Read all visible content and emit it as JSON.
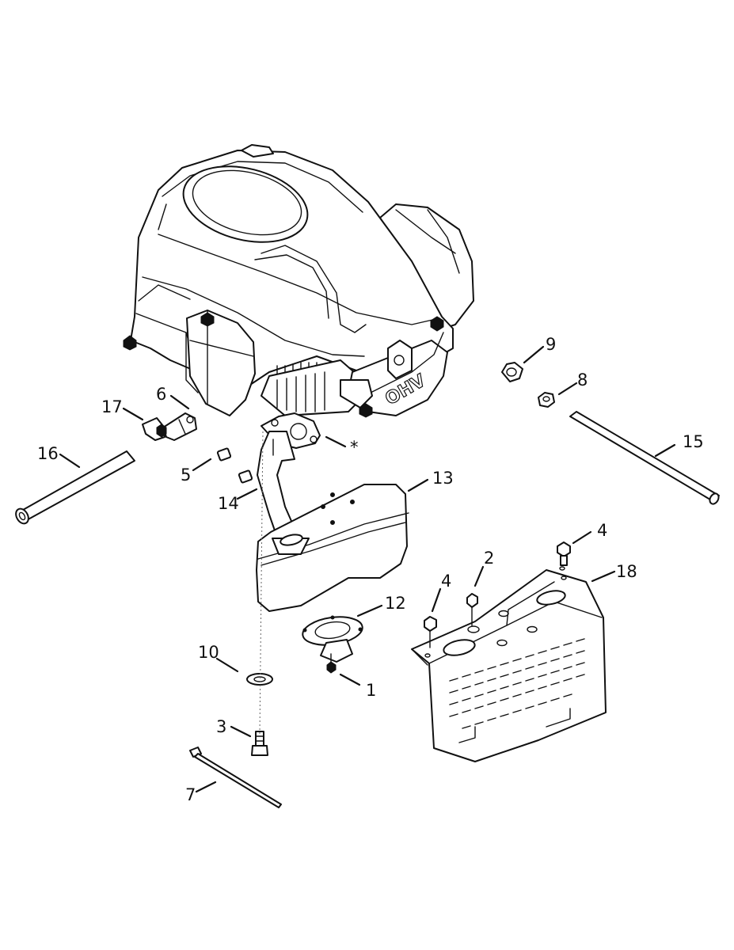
{
  "engine_mark": "OHV",
  "callouts": [
    {
      "label": "1"
    },
    {
      "label": "2"
    },
    {
      "label": "3"
    },
    {
      "label": "4"
    },
    {
      "label": "4"
    },
    {
      "label": "5"
    },
    {
      "label": "6"
    },
    {
      "label": "7"
    },
    {
      "label": "8"
    },
    {
      "label": "9"
    },
    {
      "label": "10"
    },
    {
      "label": "12"
    },
    {
      "label": "13"
    },
    {
      "label": "14"
    },
    {
      "label": "15"
    },
    {
      "label": "16"
    },
    {
      "label": "17"
    },
    {
      "label": "18"
    },
    {
      "label": "*"
    }
  ]
}
